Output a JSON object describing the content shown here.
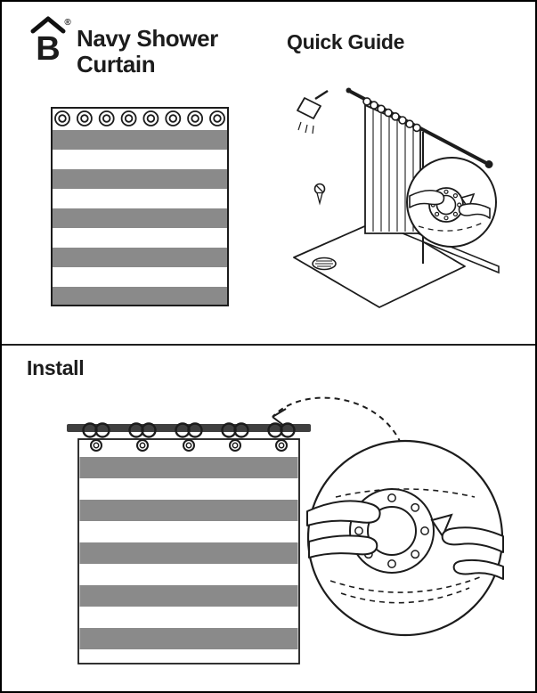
{
  "header": {
    "brand": {
      "letter": "B",
      "registered_mark": "®"
    },
    "title_line1": "Navy Shower",
    "title_line2": "Curtain",
    "quick_guide_heading": "Quick Guide"
  },
  "install": {
    "heading": "Install"
  },
  "colors": {
    "stripe_gray": "#8a8a8a",
    "rod_dark": "#3f3f3f",
    "line_black": "#1c1c1c",
    "border_black": "#000000",
    "background": "#ffffff"
  },
  "icons": {
    "brand_logo": "b-roof-monogram-icon",
    "curtain_swatch": "striped-curtain-with-grommets-icon",
    "shower_diagram": "shower-stall-curtain-rod-icon",
    "shower_inset": "grommet-hook-detail-icon",
    "install_rod": "curtain-rod-with-hooks-icon",
    "detail_circle": "hands-attaching-grommet-icon",
    "guide_arrow": "dashed-curved-arrow-icon"
  }
}
